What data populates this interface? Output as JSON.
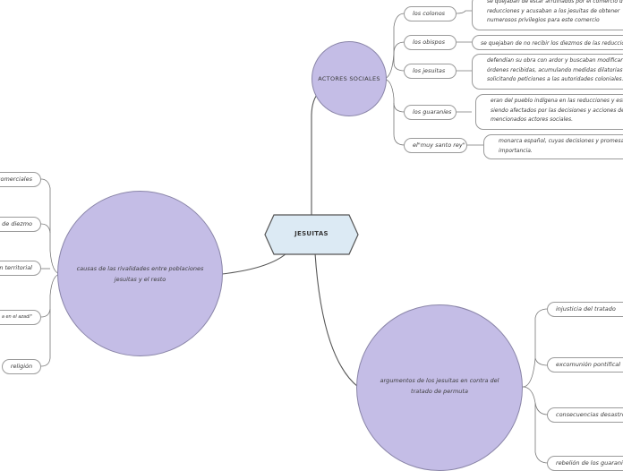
{
  "central": {
    "title": "JESUITAS"
  },
  "actores": {
    "label": "ACTORES SOCIALES",
    "items": [
      {
        "name": "los colonos",
        "desc": "se quejaban de estar arruinados por el comercio de reducciones y acusaban a los jesuitas de obtener numerosos privilegios para este comercio"
      },
      {
        "name": "los obispos",
        "desc": "se quejaban de no recibir los diezmos de las reduccione"
      },
      {
        "name": "los jesuitas",
        "desc": "defendían su obra con ardor y buscaban modificar órdenes recibidas, acumulando medidas dilatorias y solicitando peticiones a las autoridades coloniales."
      },
      {
        "name": "los guaraníes",
        "desc": "eran del pueblo indígena en las reducciones y esta siendo afectados por las decisiones y acciones de mencionados actores sociales."
      },
      {
        "name": "el\"muy santo rey\"",
        "desc": "monarca español, cuyas decisiones y promesas gran importancia."
      }
    ]
  },
  "causas": {
    "label": "causas de las rivalidades entre poblaciones jesuitas y el resto",
    "items": [
      "comerciales",
      "n de diezmo",
      "n territorial",
      "a en el azadi\"",
      "religión"
    ]
  },
  "argumentos": {
    "label": "argumentos de los jesuitas en contra del tratado de permuta",
    "items": [
      "injusticia del tratado",
      "excomunión pontifical",
      "consecuencias desastroz",
      "rebelión de los guaranie"
    ]
  },
  "colors": {
    "node_fill": "#c4bde6",
    "central_fill": "#dceaf4",
    "line": "#555555"
  }
}
